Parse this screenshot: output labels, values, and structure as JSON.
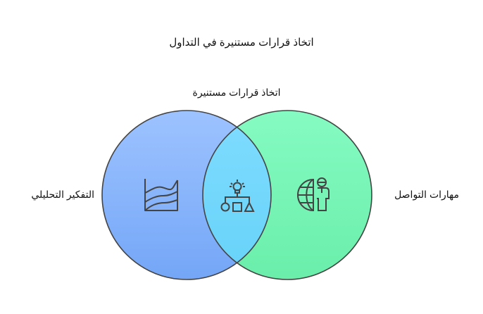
{
  "title": "اتخاذ قرارات مستنيرة في التداول",
  "intersection_label": "اتخاذ قرارات مستنيرة",
  "sets": [
    {
      "label": "التفكير التحليلي",
      "icon": "area-chart-icon",
      "color_top": "#9dc3ff",
      "color_bottom": "#74a6f7"
    },
    {
      "label": "مهارات التواصل",
      "icon": "globe-person-icon",
      "color_top": "#85fbc2",
      "color_bottom": "#6aeeaa"
    }
  ],
  "intersection": {
    "icon": "decision-hierarchy-icon",
    "color_top": "#7fdcff",
    "color_bottom": "#67d2f8"
  },
  "stroke_color": "#444444"
}
